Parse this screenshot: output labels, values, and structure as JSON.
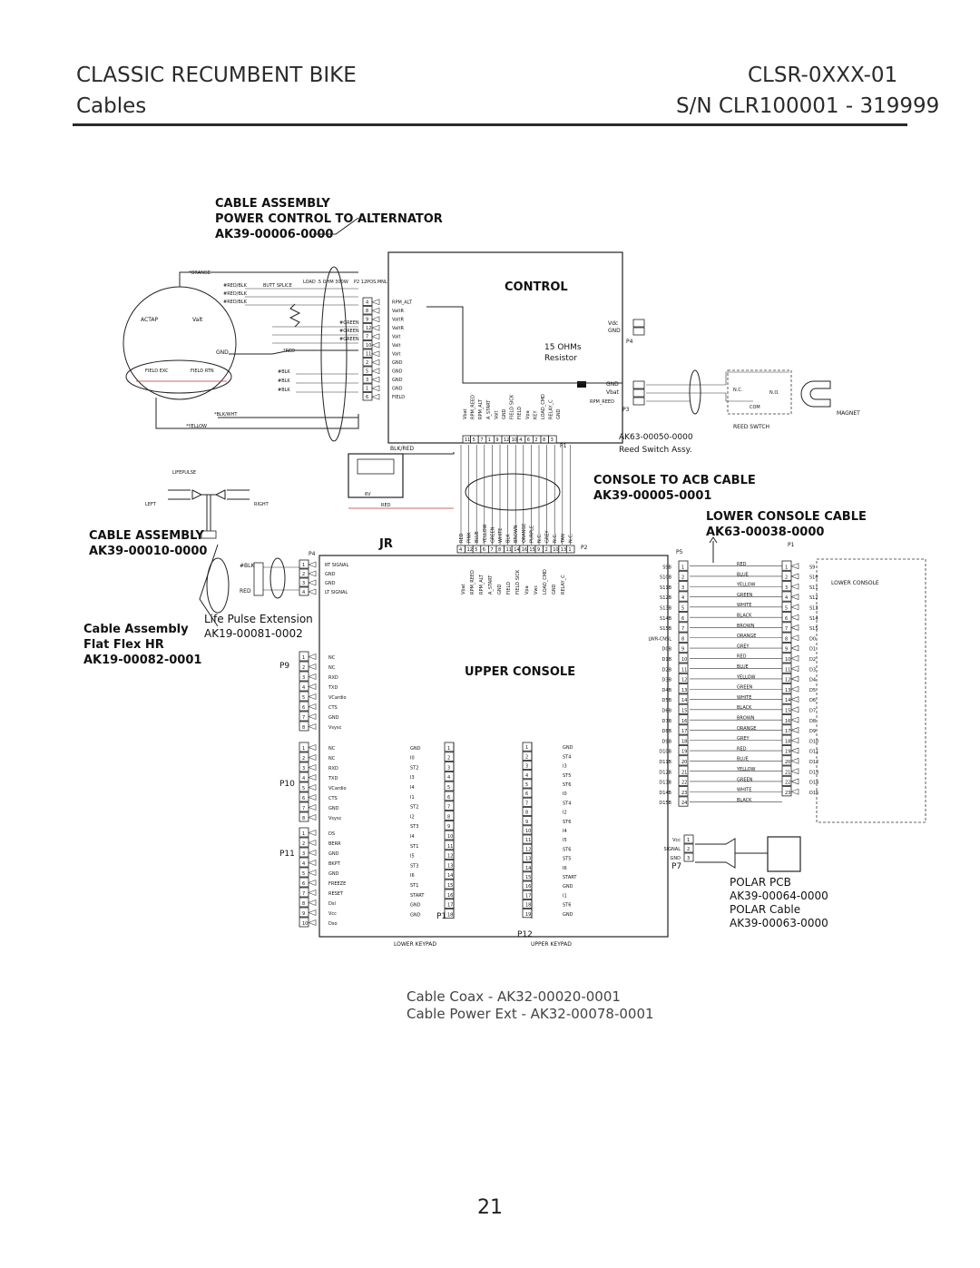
{
  "header": {
    "title": "CLASSIC RECUMBENT BIKE",
    "subtitle": "Cables",
    "model": "CLSR-0XXX-01",
    "serial": "S/N CLR100001 - 319999"
  },
  "footer": {
    "cable_coax": "Cable Coax - AK32-00020-0001",
    "cable_power_ext": "Cable Power Ext - AK32-00078-0001",
    "page_number": "21"
  },
  "diagram": {
    "labels": {
      "cable_assembly_alt_1": "CABLE ASSEMBLY",
      "cable_assembly_alt_2": "POWER CONTROL TO ALTERNATOR",
      "cable_assembly_alt_3": "AK39-00006-0000",
      "control": "CONTROL",
      "ohms": "15 OHMs",
      "resistor": "Resistor",
      "reed_part": "AK63-00050-0000",
      "reed_assy": "Reed Switch Assy.",
      "reed_switch": "REED SWTCH",
      "magnet": "MAGNET",
      "nc": "N.C.",
      "no": "N.O.",
      "com": "COM",
      "blk_red": "BLK/RED",
      "six_v": "6V",
      "red": "RED",
      "console_acb_1": "CONSOLE TO ACB CABLE",
      "console_acb_2": "AK39-00005-0001",
      "lower_console_cable_1": "LOWER CONSOLE CABLE",
      "lower_console_cable_2": "AK63-00038-0000",
      "lifepulse": "LIFEPULSE",
      "left": "LEFT",
      "right": "RIGHT",
      "cable_assembly_hr_1": "CABLE ASSEMBLY",
      "cable_assembly_hr_2": "AK39-00010-0000",
      "jr": "JR",
      "life_pulse_ext_1": "Life Pulse Extension",
      "life_pulse_ext_2": "AK19-00081-0002",
      "flat_flex_1": "Cable Assembly",
      "flat_flex_2": "Flat Flex HR",
      "flat_flex_3": "AK19-00082-0001",
      "upper_console": "UPPER CONSOLE",
      "lower_console": "LOWER CONSOLE",
      "lower_keypad": "LOWER KEYPAD",
      "upper_keypad": "UPPER KEYPAD",
      "polar_pcb": "POLAR PCB",
      "polar_pcb_part": "AK39-00064-0000",
      "polar_cable": "POLAR Cable",
      "polar_cable_part": "AK39-00063-0000",
      "p1": "P1",
      "p2": "P2",
      "p3": "P3",
      "p4": "P4",
      "p5": "P5",
      "p7": "P7",
      "p9": "P9",
      "p10": "P10",
      "p11": "P11",
      "p12": "P12",
      "p2_desc": "P2 12POS.MNL",
      "orange": "*ORANGE",
      "yellow": "*YELLOW",
      "blk_wht": "*BLK/WHT",
      "red_wire": "*RED",
      "actap": "ACTAP",
      "valt": "Valt",
      "gnd": "GND",
      "field_exc": "FIELD EXC",
      "field_rtn": "FIELD RTN",
      "butt_splice": "BUTT SPLICE",
      "load": "LOAD .5 OHM 300W",
      "vdc": "Vdc",
      "vbat": "Vbat",
      "rpm_reed": "RPM_REED",
      "signal": "SIGNAL",
      "vcc": "Vcc"
    },
    "alternator_wires": [
      "#RED/BLK",
      "#RED/BLK",
      "#RED/BLK",
      "#GREEN",
      "#GREEN",
      "#GREEN",
      "#BLK",
      "#BLK",
      "#BLK"
    ],
    "control_pins": [
      "4",
      "8",
      "9",
      "12",
      "7",
      "10",
      "11",
      "2",
      "5",
      "3",
      "1",
      "6"
    ],
    "control_signals": [
      "RPM_ALT",
      "ValtR",
      "ValtR",
      "ValtR",
      "Valt",
      "Valt",
      "Valt",
      "GND",
      "GND",
      "GND",
      "GND",
      "FIELD"
    ],
    "control_bottom_signals": [
      "Vbat",
      "RPM_REED",
      "RPM_ALT",
      "A_START",
      "Valt",
      "GND",
      "FIELD SICK",
      "FIELD",
      "Vpa",
      "KEY",
      "LOAD_CMD",
      "RELAY_C",
      "GND"
    ],
    "p1_pins": [
      "11",
      "5",
      "7",
      "1",
      "9",
      "12",
      "10",
      "4",
      "6",
      "2",
      "8",
      "3"
    ],
    "console_acb_wires": [
      "RED",
      "PINK",
      "BLUE",
      "YELLOW",
      "GREEN",
      "WHITE",
      "BLK",
      "BROWN",
      "ORANGE",
      "PURPLE",
      "N.C.",
      "GREY",
      "N.C.",
      "TAN",
      "N.C."
    ],
    "p2_pins": [
      "4",
      "12",
      "5",
      "6",
      "7",
      "8",
      "11",
      "14",
      "16",
      "15",
      "9",
      "2",
      "10",
      "13",
      "1"
    ],
    "upper_console_p2_signals": [
      "Vbat",
      "RPM_REED",
      "RPM_ALT",
      "A_START",
      "GND",
      "FIELD",
      "FIELD SICK",
      "Vpa",
      "Vwc",
      "LOAD_CMD",
      "GND",
      "RELAY_C"
    ],
    "p4_signals": [
      "RT SIGNAL",
      "GND",
      "GND",
      "LT SIGNAL"
    ],
    "p5_left_signals": [
      "S9B",
      "S10B",
      "S11B",
      "S12B",
      "S13B",
      "S14B",
      "S15B",
      "LWR-CNSL",
      "D0B",
      "D1B",
      "D2B",
      "D3B",
      "D4B",
      "D5B",
      "D6B",
      "D7B",
      "D8B",
      "D9B",
      "D10B",
      "D11B",
      "D12B",
      "D13B",
      "D14B",
      "D15B"
    ],
    "lower_console_colors": [
      "RED",
      "BLUE",
      "YELLOW",
      "GREEN",
      "WHITE",
      "BLACK",
      "BROWN",
      "ORANGE",
      "GREY",
      "RED",
      "BLUE",
      "YELLOW",
      "GREEN",
      "WHITE",
      "BLACK",
      "BROWN",
      "ORANGE",
      "GREY",
      "RED",
      "BLUE",
      "YELLOW",
      "GREEN",
      "WHITE",
      "BLACK"
    ],
    "lower_console_right": [
      "S9",
      "S10",
      "S11",
      "S12",
      "S13",
      "S14",
      "S15",
      "D0",
      "D1",
      "D2",
      "D3",
      "D4",
      "D5",
      "D6",
      "D7",
      "D8",
      "D9",
      "D10",
      "D11",
      "D12",
      "D13",
      "D14",
      "D15"
    ],
    "p9_signals": [
      "NC",
      "NC",
      "RXD",
      "TXD",
      "VCardio",
      "CTS",
      "GND",
      "Vsysc"
    ],
    "p10_signals": [
      "NC",
      "NC",
      "RXD",
      "TXD",
      "VCardio",
      "CTS",
      "GND",
      "Vsysc"
    ],
    "p11_signals": [
      "DS",
      "BERR",
      "GND",
      "BKPT",
      "GND",
      "FREEZE",
      "RESET",
      "Dsl",
      "Vcc",
      "Dso"
    ],
    "lower_keypad_signals": [
      "GND",
      "I0",
      "ST2",
      "I3",
      "I4",
      "I1",
      "ST2",
      "I2",
      "ST3",
      "I4",
      "ST1",
      "I5",
      "ST3",
      "I6",
      "ST1",
      "START",
      "GND",
      "GND"
    ],
    "upper_keypad_signals": [
      "GND",
      "ST4",
      "I3",
      "ST5",
      "ST6",
      "I0",
      "ST4",
      "I2",
      "ST6",
      "I4",
      "I5",
      "ST6",
      "ST5",
      "I6",
      "START",
      "GND",
      "I1",
      "ST6",
      "GND"
    ],
    "p7_signals": [
      "Vcc",
      "SIGNAL",
      "GND"
    ]
  }
}
